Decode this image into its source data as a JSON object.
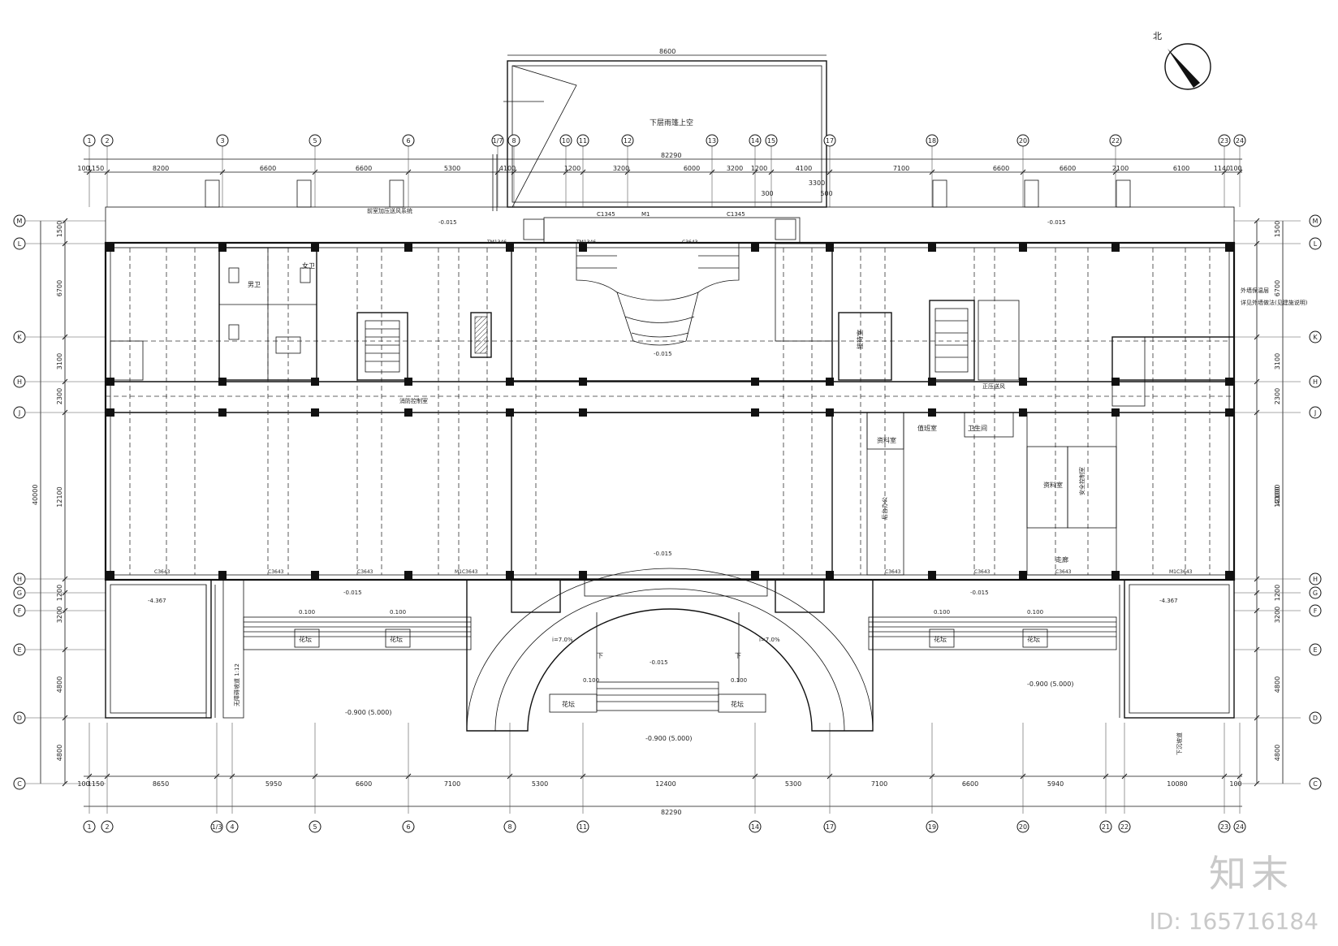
{
  "north_label": "北",
  "dims": {
    "top_overall": "82290",
    "bottom_overall": "82290",
    "canopy_width": "8600",
    "top_row": [
      {
        "gx": 103,
        "t": "100"
      },
      {
        "gx": 118,
        "t": "1150"
      },
      {
        "gx": 198,
        "t": "8200"
      },
      {
        "gx": 330,
        "t": "6600"
      },
      {
        "gx": 448,
        "t": "6600"
      },
      {
        "gx": 557,
        "t": "5300"
      },
      {
        "gx": 625,
        "t": "4100"
      },
      {
        "gx": 705,
        "t": "1200"
      },
      {
        "gx": 765,
        "t": "3200"
      },
      {
        "gx": 852,
        "t": "6000"
      },
      {
        "gx": 905,
        "t": "3200"
      },
      {
        "gx": 935,
        "t": "1200"
      },
      {
        "gx": 990,
        "t": "4100"
      },
      {
        "gx": 1110,
        "t": "7100"
      },
      {
        "gx": 1233,
        "t": "6600"
      },
      {
        "gx": 1315,
        "t": "6600"
      },
      {
        "gx": 1380,
        "t": "2100"
      },
      {
        "gx": 1455,
        "t": "6100"
      },
      {
        "gx": 1505,
        "t": "1140"
      },
      {
        "gx": 1522,
        "t": "100"
      }
    ],
    "top_extra": [
      {
        "gx": 1006,
        "t": "3300"
      },
      {
        "gx": 945,
        "t": "300"
      },
      {
        "gx": 1018,
        "t": "500"
      }
    ],
    "bottom_row": [
      {
        "gx": 103,
        "t": "100"
      },
      {
        "gx": 118,
        "t": "1150"
      },
      {
        "gx": 198,
        "t": "8650"
      },
      {
        "gx": 337,
        "t": "5950"
      },
      {
        "gx": 448,
        "t": "6600"
      },
      {
        "gx": 557,
        "t": "7100"
      },
      {
        "gx": 665,
        "t": "5300"
      },
      {
        "gx": 820,
        "t": "12400"
      },
      {
        "gx": 977,
        "t": "5300"
      },
      {
        "gx": 1083,
        "t": "7100"
      },
      {
        "gx": 1195,
        "t": "6600"
      },
      {
        "gx": 1300,
        "t": "5940"
      },
      {
        "gx": 1450,
        "t": "10080"
      },
      {
        "gx": 1522,
        "t": "100"
      }
    ],
    "left": [
      {
        "gy": 282,
        "t": "1500"
      },
      {
        "gy": 355,
        "t": "6700"
      },
      {
        "gy": 445,
        "t": "3100"
      },
      {
        "gy": 488,
        "t": "2300"
      },
      {
        "gy": 612,
        "t": "12100"
      },
      {
        "gy": 730,
        "t": "1200"
      },
      {
        "gy": 757,
        "t": "3200"
      },
      {
        "gy": 843,
        "t": "4800"
      },
      {
        "gy": 927,
        "t": "4800"
      }
    ],
    "left_total": "40000",
    "right": [
      {
        "gy": 282,
        "t": "1500"
      },
      {
        "gy": 355,
        "t": "6700"
      },
      {
        "gy": 445,
        "t": "3100"
      },
      {
        "gy": 488,
        "t": "2300"
      },
      {
        "gy": 612,
        "t": "12100"
      },
      {
        "gy": 730,
        "t": "1200"
      },
      {
        "gy": 757,
        "t": "3200"
      },
      {
        "gy": 843,
        "t": "4800"
      },
      {
        "gy": 927,
        "t": "4800"
      }
    ],
    "right_total": "40000"
  },
  "axes": {
    "top": [
      {
        "gx": 110,
        "t": "1"
      },
      {
        "gx": 132,
        "t": "2"
      },
      {
        "gx": 274,
        "t": "3"
      },
      {
        "gx": 388,
        "t": "5"
      },
      {
        "gx": 503,
        "t": "6"
      },
      {
        "gx": 613,
        "t": "1/7"
      },
      {
        "gx": 633,
        "t": "8"
      },
      {
        "gx": 697,
        "t": "10"
      },
      {
        "gx": 718,
        "t": "11"
      },
      {
        "gx": 773,
        "t": "12"
      },
      {
        "gx": 877,
        "t": "13"
      },
      {
        "gx": 930,
        "t": "14"
      },
      {
        "gx": 950,
        "t": "15"
      },
      {
        "gx": 1022,
        "t": "17"
      },
      {
        "gx": 1148,
        "t": "18"
      },
      {
        "gx": 1260,
        "t": "20"
      },
      {
        "gx": 1374,
        "t": "22"
      },
      {
        "gx": 1508,
        "t": "23"
      },
      {
        "gx": 1527,
        "t": "24"
      }
    ],
    "bottom": [
      {
        "gx": 110,
        "t": "1"
      },
      {
        "gx": 132,
        "t": "2"
      },
      {
        "gx": 267,
        "t": "1/3"
      },
      {
        "gx": 286,
        "t": "4"
      },
      {
        "gx": 388,
        "t": "5"
      },
      {
        "gx": 503,
        "t": "6"
      },
      {
        "gx": 628,
        "t": "8"
      },
      {
        "gx": 718,
        "t": "11"
      },
      {
        "gx": 930,
        "t": "14"
      },
      {
        "gx": 1022,
        "t": "17"
      },
      {
        "gx": 1148,
        "t": "19"
      },
      {
        "gx": 1260,
        "t": "20"
      },
      {
        "gx": 1362,
        "t": "21"
      },
      {
        "gx": 1385,
        "t": "22"
      },
      {
        "gx": 1508,
        "t": "23"
      },
      {
        "gx": 1527,
        "t": "24"
      }
    ],
    "left": [
      {
        "gy": 272,
        "t": "M"
      },
      {
        "gy": 300,
        "t": "L"
      },
      {
        "gy": 415,
        "t": "K"
      },
      {
        "gy": 470,
        "t": "H"
      },
      {
        "gy": 508,
        "t": "J"
      },
      {
        "gy": 713,
        "t": "H"
      },
      {
        "gy": 730,
        "t": "G"
      },
      {
        "gy": 752,
        "t": "F"
      },
      {
        "gy": 800,
        "t": "E"
      },
      {
        "gy": 884,
        "t": "D"
      },
      {
        "gy": 965,
        "t": "C"
      }
    ],
    "right": [
      {
        "gy": 272,
        "t": "M"
      },
      {
        "gy": 300,
        "t": "L"
      },
      {
        "gy": 415,
        "t": "K"
      },
      {
        "gy": 470,
        "t": "H"
      },
      {
        "gy": 508,
        "t": "J"
      },
      {
        "gy": 713,
        "t": "H"
      },
      {
        "gy": 730,
        "t": "G"
      },
      {
        "gy": 752,
        "t": "F"
      },
      {
        "gy": 800,
        "t": "E"
      },
      {
        "gy": 884,
        "t": "D"
      },
      {
        "gy": 965,
        "t": "C"
      }
    ]
  },
  "rooms": {
    "canopy": "下层雨篷上空",
    "male_wc": "男卫",
    "female_wc": "女卫",
    "meeting": "接待室",
    "data_left": "资料室",
    "data_mid": "资料室",
    "duty": "值班室",
    "wc_right": "卫生间",
    "control": "安全控制室",
    "corridor": "走廊",
    "backup": "后台办公",
    "flower": [
      "花坛",
      "花坛",
      "花坛",
      "花坛",
      "花坛",
      "花坛"
    ]
  },
  "notes": {
    "smoke_left": "前室加压送风系统",
    "smoke_right": "正压送风",
    "fire": "消防控制室",
    "ramp_left": "无障碍坡道 1:12",
    "ramp_right": "下沉坡道",
    "right_edge_1": "外墙保温层",
    "right_edge_2": "详见外墙做法(见建施说明)"
  },
  "levels": {
    "top_left": "-0.015",
    "top_right": "-0.015",
    "center_1": "-0.015",
    "center_2": "-0.015",
    "low_left": "-4.367",
    "low_right": "-4.367",
    "ent_left": "-0.015",
    "ent_right": "-0.015",
    "terr_l1": "0.100",
    "terr_l2": "0.100",
    "terr_r1": "0.100",
    "terr_r2": "0.100",
    "stair_l": "0.100",
    "stair_r": "0.100",
    "plaza": "-0.900 (5.000)",
    "sub_left": "-0.900 (5.000)",
    "sub_right": "-0.900 (5.000)",
    "slope_l": "i=7.0%",
    "slope_r": "i=7.0%",
    "down_l": "下",
    "down_r": "下",
    "rect_level": "-0.015"
  },
  "door_tags": [
    "C1345",
    "M1",
    "C1345",
    "C3643",
    "C3643",
    "C3643",
    "M1C3643",
    "C3643",
    "C3643",
    "C3643",
    "M1C3643",
    "TM1346",
    "TM1346",
    "C3643"
  ],
  "watermark": {
    "logo": "知末",
    "id": "ID: 165716184"
  }
}
